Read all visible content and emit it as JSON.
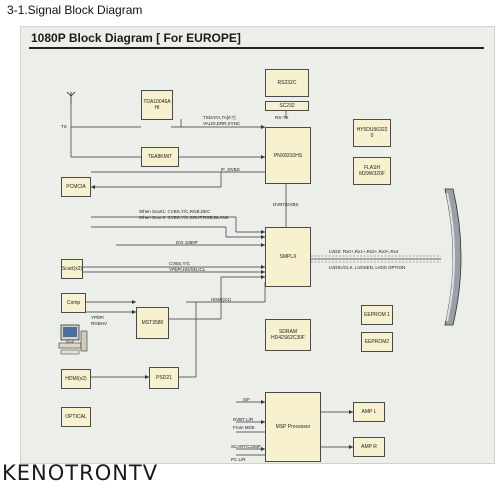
{
  "page": {
    "heading": "3-1.Signal Block Diagram",
    "diagram_title": "1080P Block Diagram [ For EUROPE]",
    "watermark": "KENOTRONTV"
  },
  "blocks": {
    "tuner": "TDA10046A\nHI",
    "rs232c": "RS232C",
    "sc232": "SC232",
    "taskmit": "TEA8KMIT",
    "pnx": "PNX8310HS",
    "hy": "HY5DU56322\n0",
    "flash": "FLASH\nM29W320F",
    "pcmcia": "PCMCIA",
    "svideo": "Scart(x2)",
    "smplx": "SMPLX",
    "eeprom1": "EEPROM 1",
    "eeprom2": "EEPROM2",
    "comp": "Comp",
    "mst": "MST3580",
    "sdram": "SDRAM\nHD42S62C30F",
    "hdmi": "HDMI(x2)",
    "psd": "PSD21",
    "optical": "OPTICAL",
    "msp": "MSP Processor",
    "ampl": "AMP L",
    "ampr": "AMP R"
  },
  "labels": {
    "ts": "TS",
    "ts_data": "TSDATA,TA[0:7]",
    "ts_valid": "VALID,ERR,SYNC",
    "rs_tx": "RS-TX",
    "if_dvbs": "IF_DVBS",
    "rgb_yc": "DVBT/DVBS",
    "scart_cvbs": "When Scart1: CVBS,Y/C,RGB,DEC",
    "scart_yc": "When Scar 2: CVBS,Y/C,SOUT,RGB,BLANK",
    "dvi_1080p": "DVI 1080P",
    "cvbs_yc": "CVBS,Y/C",
    "ypbpr": "YPbPr,HD/SD,ICL",
    "hdmi_x1": "HDMI(X1)",
    "ypbpr2": "YPbPr",
    "rgbhv": "RGBHV",
    "lvds1": "LVDS: Rx0+,Rx1+,Rx2+,Rx3+,Rx4",
    "lvds2": "LVDSc/CLK, LVDSEN, LVDS OPTION",
    "sif": "SIF",
    "dvbt_lr": "DVBT L/R",
    "from_mde": "From MDE",
    "scart_comp": "SCART/COMP",
    "pc_lr": "PC L/R"
  },
  "icons": [
    "antenna-icon",
    "computer-icon",
    "display-panel-icon"
  ]
}
